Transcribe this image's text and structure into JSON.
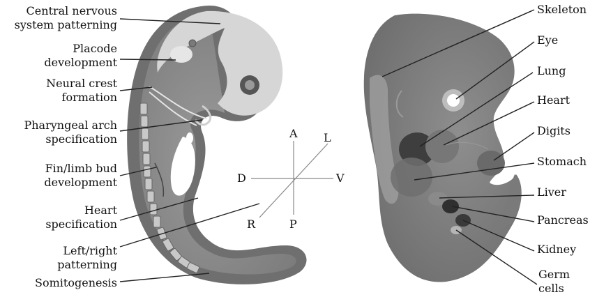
{
  "left_labels": [
    {
      "line1": "Central nervous",
      "line2": "system patterning"
    },
    {
      "line1": "Placode",
      "line2": "development"
    },
    {
      "line1": "Neural crest",
      "line2": "formation"
    },
    {
      "line1": "Pharyngeal arch",
      "line2": "specification"
    },
    {
      "line1": "Fin/limb bud",
      "line2": "development"
    },
    {
      "line1": "Heart",
      "line2": "specification"
    },
    {
      "line1": "Left/right",
      "line2": "patterning"
    },
    {
      "line1": "Somitogenesis",
      "line2": ""
    }
  ],
  "right_labels": [
    {
      "line1": "Skeleton",
      "line2": ""
    },
    {
      "line1": "Eye",
      "line2": ""
    },
    {
      "line1": "Lung",
      "line2": ""
    },
    {
      "line1": "Heart",
      "line2": ""
    },
    {
      "line1": "Digits",
      "line2": ""
    },
    {
      "line1": "Stomach",
      "line2": ""
    },
    {
      "line1": "Liver",
      "line2": ""
    },
    {
      "line1": "Pancreas",
      "line2": ""
    },
    {
      "line1": "Kidney",
      "line2": ""
    },
    {
      "line1": "Germ",
      "line2": "cells"
    }
  ],
  "axes": {
    "anterior": "A",
    "posterior": "P",
    "dorsal": "D",
    "ventral": "V",
    "left": "L",
    "right": "R"
  }
}
